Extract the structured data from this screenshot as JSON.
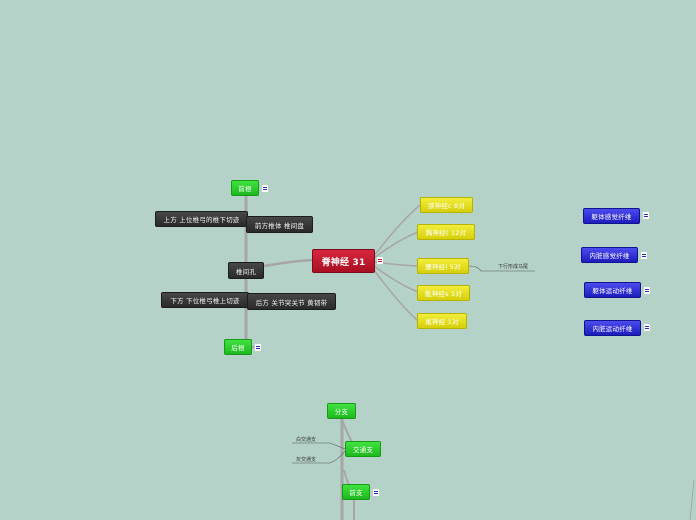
{
  "central": "脊神经 31",
  "left": {
    "foramen": "椎间孔",
    "front_root": "前根",
    "back_root": "后根",
    "anterior_body": "前方椎体 椎间盘",
    "posterior": "后方 关节突关节 黄韧带",
    "upper": "上方 上位椎弓的椎下切迹",
    "lower": "下方 下位椎弓椎上切迹"
  },
  "right": {
    "nerves": [
      "颈神经c 8对",
      "胸神经t 12对",
      "腰神经l 5对",
      "骶神经s 5对",
      "尾神经 1对"
    ],
    "lumbar_note": "下行形成马尾"
  },
  "fibers": [
    "躯体感觉纤维",
    "内脏感觉纤维",
    "躯体运动纤维",
    "内脏运动纤维"
  ],
  "bottom": {
    "branch": "分支",
    "communicating": "交通支",
    "white": "白交通支",
    "gray": "灰交通支",
    "front_branch": "前支"
  }
}
